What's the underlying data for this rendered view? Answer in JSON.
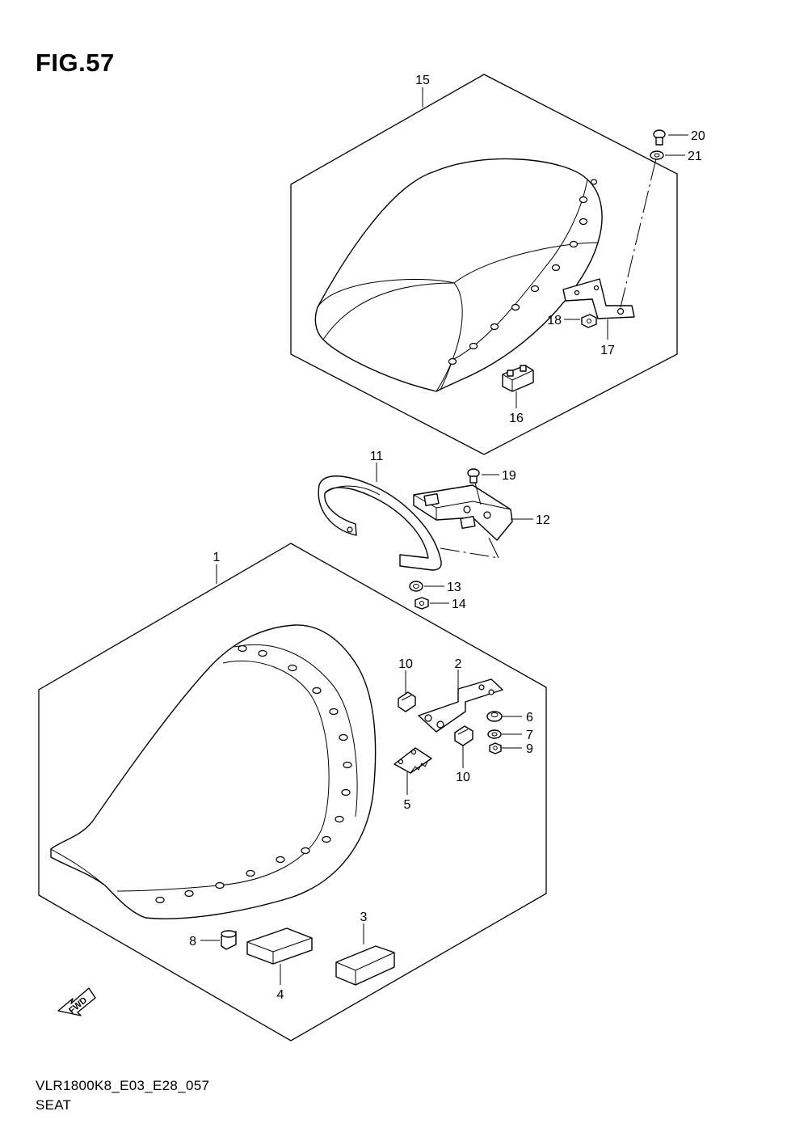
{
  "figure": {
    "title": "FIG.57",
    "code": "VLR1800K8_E03_E28_057",
    "name": "SEAT"
  },
  "fwd_label": "FWD",
  "callouts": {
    "c1": "1",
    "c2": "2",
    "c3": "3",
    "c4": "4",
    "c5": "5",
    "c6": "6",
    "c7": "7",
    "c8": "8",
    "c9": "9",
    "c10a": "10",
    "c10b": "10",
    "c11": "11",
    "c12": "12",
    "c13": "13",
    "c14": "14",
    "c15": "15",
    "c16": "16",
    "c17": "17",
    "c18": "18",
    "c19": "19",
    "c20": "20",
    "c21": "21"
  }
}
